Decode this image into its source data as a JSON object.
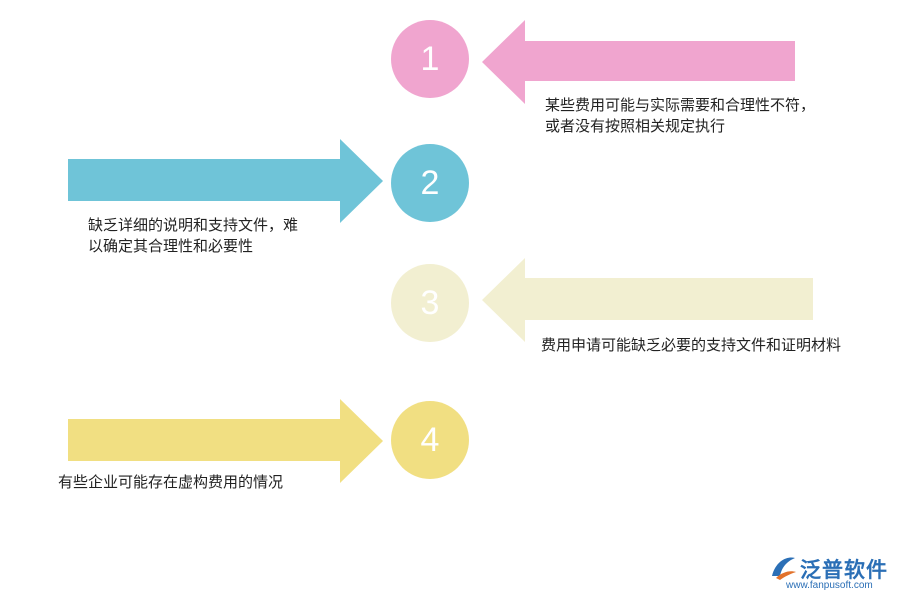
{
  "steps": [
    {
      "number": "1",
      "color": "#f0a5cf",
      "text_line1": "某些费用可能与实际需要和合理性不符，",
      "text_line2": "或者没有按照相关规定执行"
    },
    {
      "number": "2",
      "color": "#6fc4d8",
      "text_line1": "缺乏详细的说明和支持文件，难",
      "text_line2": "以确定其合理性和必要性"
    },
    {
      "number": "3",
      "color": "#f2efd1",
      "text_line1": "费用申请可能缺乏必要的支持文件和证明材料",
      "text_line2": ""
    },
    {
      "number": "4",
      "color": "#f1df82",
      "text_line1": "有些企业可能存在虚构费用的情况",
      "text_line2": ""
    }
  ],
  "logo": {
    "name": "泛普软件",
    "url": "www.fanpusoft.com"
  },
  "colors": {
    "text": "#222222",
    "logo": "#2b6fb6"
  }
}
